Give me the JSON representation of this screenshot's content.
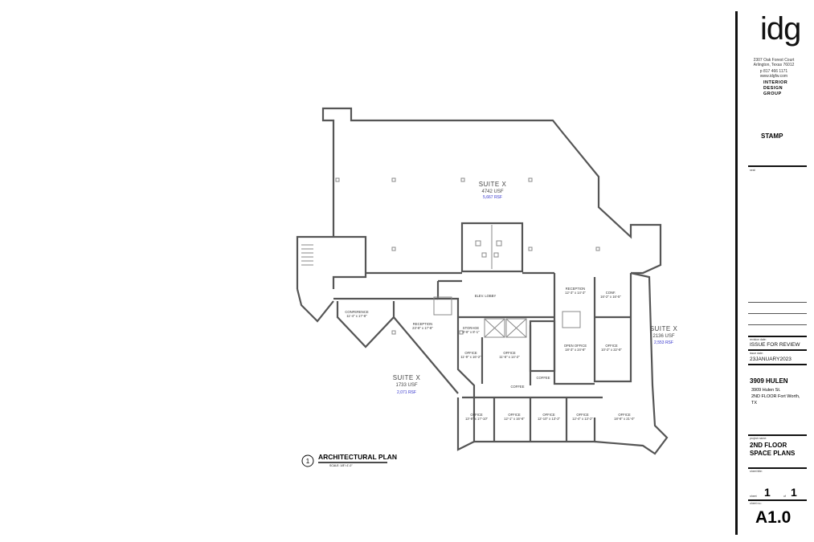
{
  "drawing": {
    "suites": [
      {
        "name": "SUITE X",
        "usf": "4742 USF",
        "rsf": "5,667 RSF"
      },
      {
        "name": "SUITE X",
        "usf": "1733 USF",
        "rsf": "2,071 RSF"
      },
      {
        "name": "SUITE X",
        "usf": "2136 USF",
        "rsf": "2,553 RSF"
      }
    ],
    "rooms": [
      {
        "name": "CONFERENCE",
        "dim": "11'-4\" x 17'-8\""
      },
      {
        "name": "RECEPTION",
        "dim": "23'-8\" x 17'-8\""
      },
      {
        "name": "ELEV. LOBBY",
        "dim": ""
      },
      {
        "name": "STORAGE",
        "dim": "8'-8\" x 8'-1\""
      },
      {
        "name": "OFFICE",
        "dim": "11'-9\" x 16'-2\""
      },
      {
        "name": "OFFICE",
        "dim": "11'-6\" x 14'-2\""
      },
      {
        "name": "RECEPTION",
        "dim": "12'-3\" x 14'-3\""
      },
      {
        "name": "CONF.",
        "dim": "16'-2\" x 16'-5\""
      },
      {
        "name": "OPEN OFFICE",
        "dim": "18'-3\" x 24'-8\""
      },
      {
        "name": "OFFICE",
        "dim": "10'-2\" x 22'-8\""
      },
      {
        "name": "COFFEE",
        "dim": ""
      },
      {
        "name": "COFFEE",
        "dim": ""
      },
      {
        "name": "OFFICE",
        "dim": "13'-9\" x 17'-10\""
      },
      {
        "name": "OFFICE",
        "dim": "12'-1\" x 16'-8\""
      },
      {
        "name": "OFFICE",
        "dim": "12'-10\" x 13'-2\""
      },
      {
        "name": "OFFICE",
        "dim": "12'-4\" x 13'-2\""
      },
      {
        "name": "OFFICE",
        "dim": "18'-8\" x 21'-0\""
      }
    ],
    "plan_number": "1",
    "plan_title": "ARCHITECTURAL PLAN",
    "plan_scale": "SCALE: 1/8\"=1'-0\""
  },
  "title_block": {
    "logo": "idg",
    "address1": "2307 Oak Forest Court",
    "address2": "Arlington, Texas 76012",
    "phone": "p 817 466 1171",
    "web": "www.idgfw.com",
    "firm": [
      "INTERIOR",
      "DESIGN",
      "GROUP"
    ],
    "stamp": "STAMP",
    "seal_caption": "seal:",
    "revision_caption": "revision date:",
    "revision": "ISSUE FOR REVIEW",
    "issue_caption": "issue date:",
    "issue_date": "23JANUARY2023",
    "project": "3909 HULEN",
    "project_addr": [
      "3909 Hulen St.",
      "2ND FLOOR Fort Worth,",
      "TX"
    ],
    "project_name_caption": "project name:",
    "sheet_title": [
      "2ND FLOOR",
      "SPACE PLANS"
    ],
    "sheet_title_caption": "sheet title:",
    "sheet_caption": "sheet",
    "sheet": "1",
    "of_caption": "of",
    "of": "1",
    "sheet_no_caption": "sheet no.:",
    "sheet_no": "A1.0"
  }
}
